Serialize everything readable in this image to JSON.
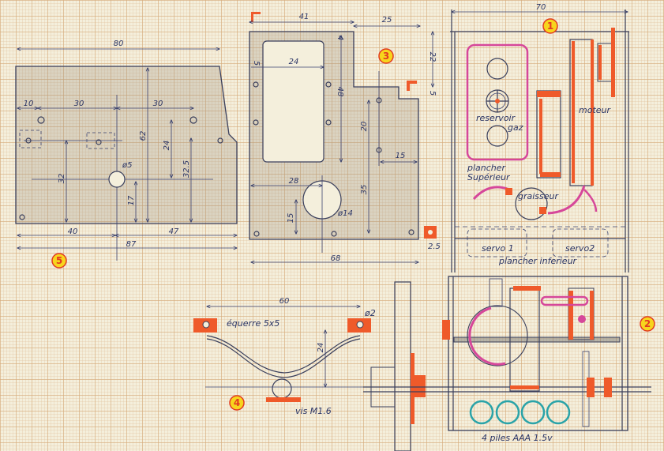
{
  "part5": {
    "number": "5",
    "dims": {
      "width_top": "80",
      "d10": "10",
      "d30a": "30",
      "d30b": "30",
      "d62": "62",
      "d24": "24",
      "d32_5": "32.5",
      "d32": "32",
      "d17": "17",
      "d40": "40",
      "d47": "47",
      "d87": "87",
      "hole": "ø5"
    }
  },
  "part3": {
    "number": "3",
    "dims": {
      "d41": "41",
      "d25": "25",
      "d22": "22",
      "d5r": "5",
      "d24": "24",
      "d5l": "5",
      "d4": "4",
      "d48": "48",
      "d20": "20",
      "d15a": "15",
      "d28": "28",
      "d35": "35",
      "d15b": "15",
      "hole": "ø14",
      "d2_5": "2.5",
      "d68": "68"
    }
  },
  "part1": {
    "number": "1",
    "width": "70",
    "labels": {
      "reservoir": "reservoir",
      "gaz": "gaz",
      "moteur": "moteur",
      "plancher": "plancher",
      "superieur": "Supérieur",
      "graisseur": "graisseur",
      "servo1": "servo 1",
      "servo2": "servo2",
      "plancher_inferieur": "plancher inferieur"
    }
  },
  "part2": {
    "number": "2",
    "batteries": "4 piles AAA 1.5v"
  },
  "part4": {
    "number": "4",
    "d60": "60",
    "equerre": "équerre 5x5",
    "hole": "ø2",
    "d24": "24",
    "screw": "vis M1.6"
  },
  "colors": {
    "ink": "#2b3566",
    "orange": "#ef5a2a",
    "pink": "#d6479a",
    "teal": "#2aa3a8",
    "badge": "#f7d51d"
  }
}
